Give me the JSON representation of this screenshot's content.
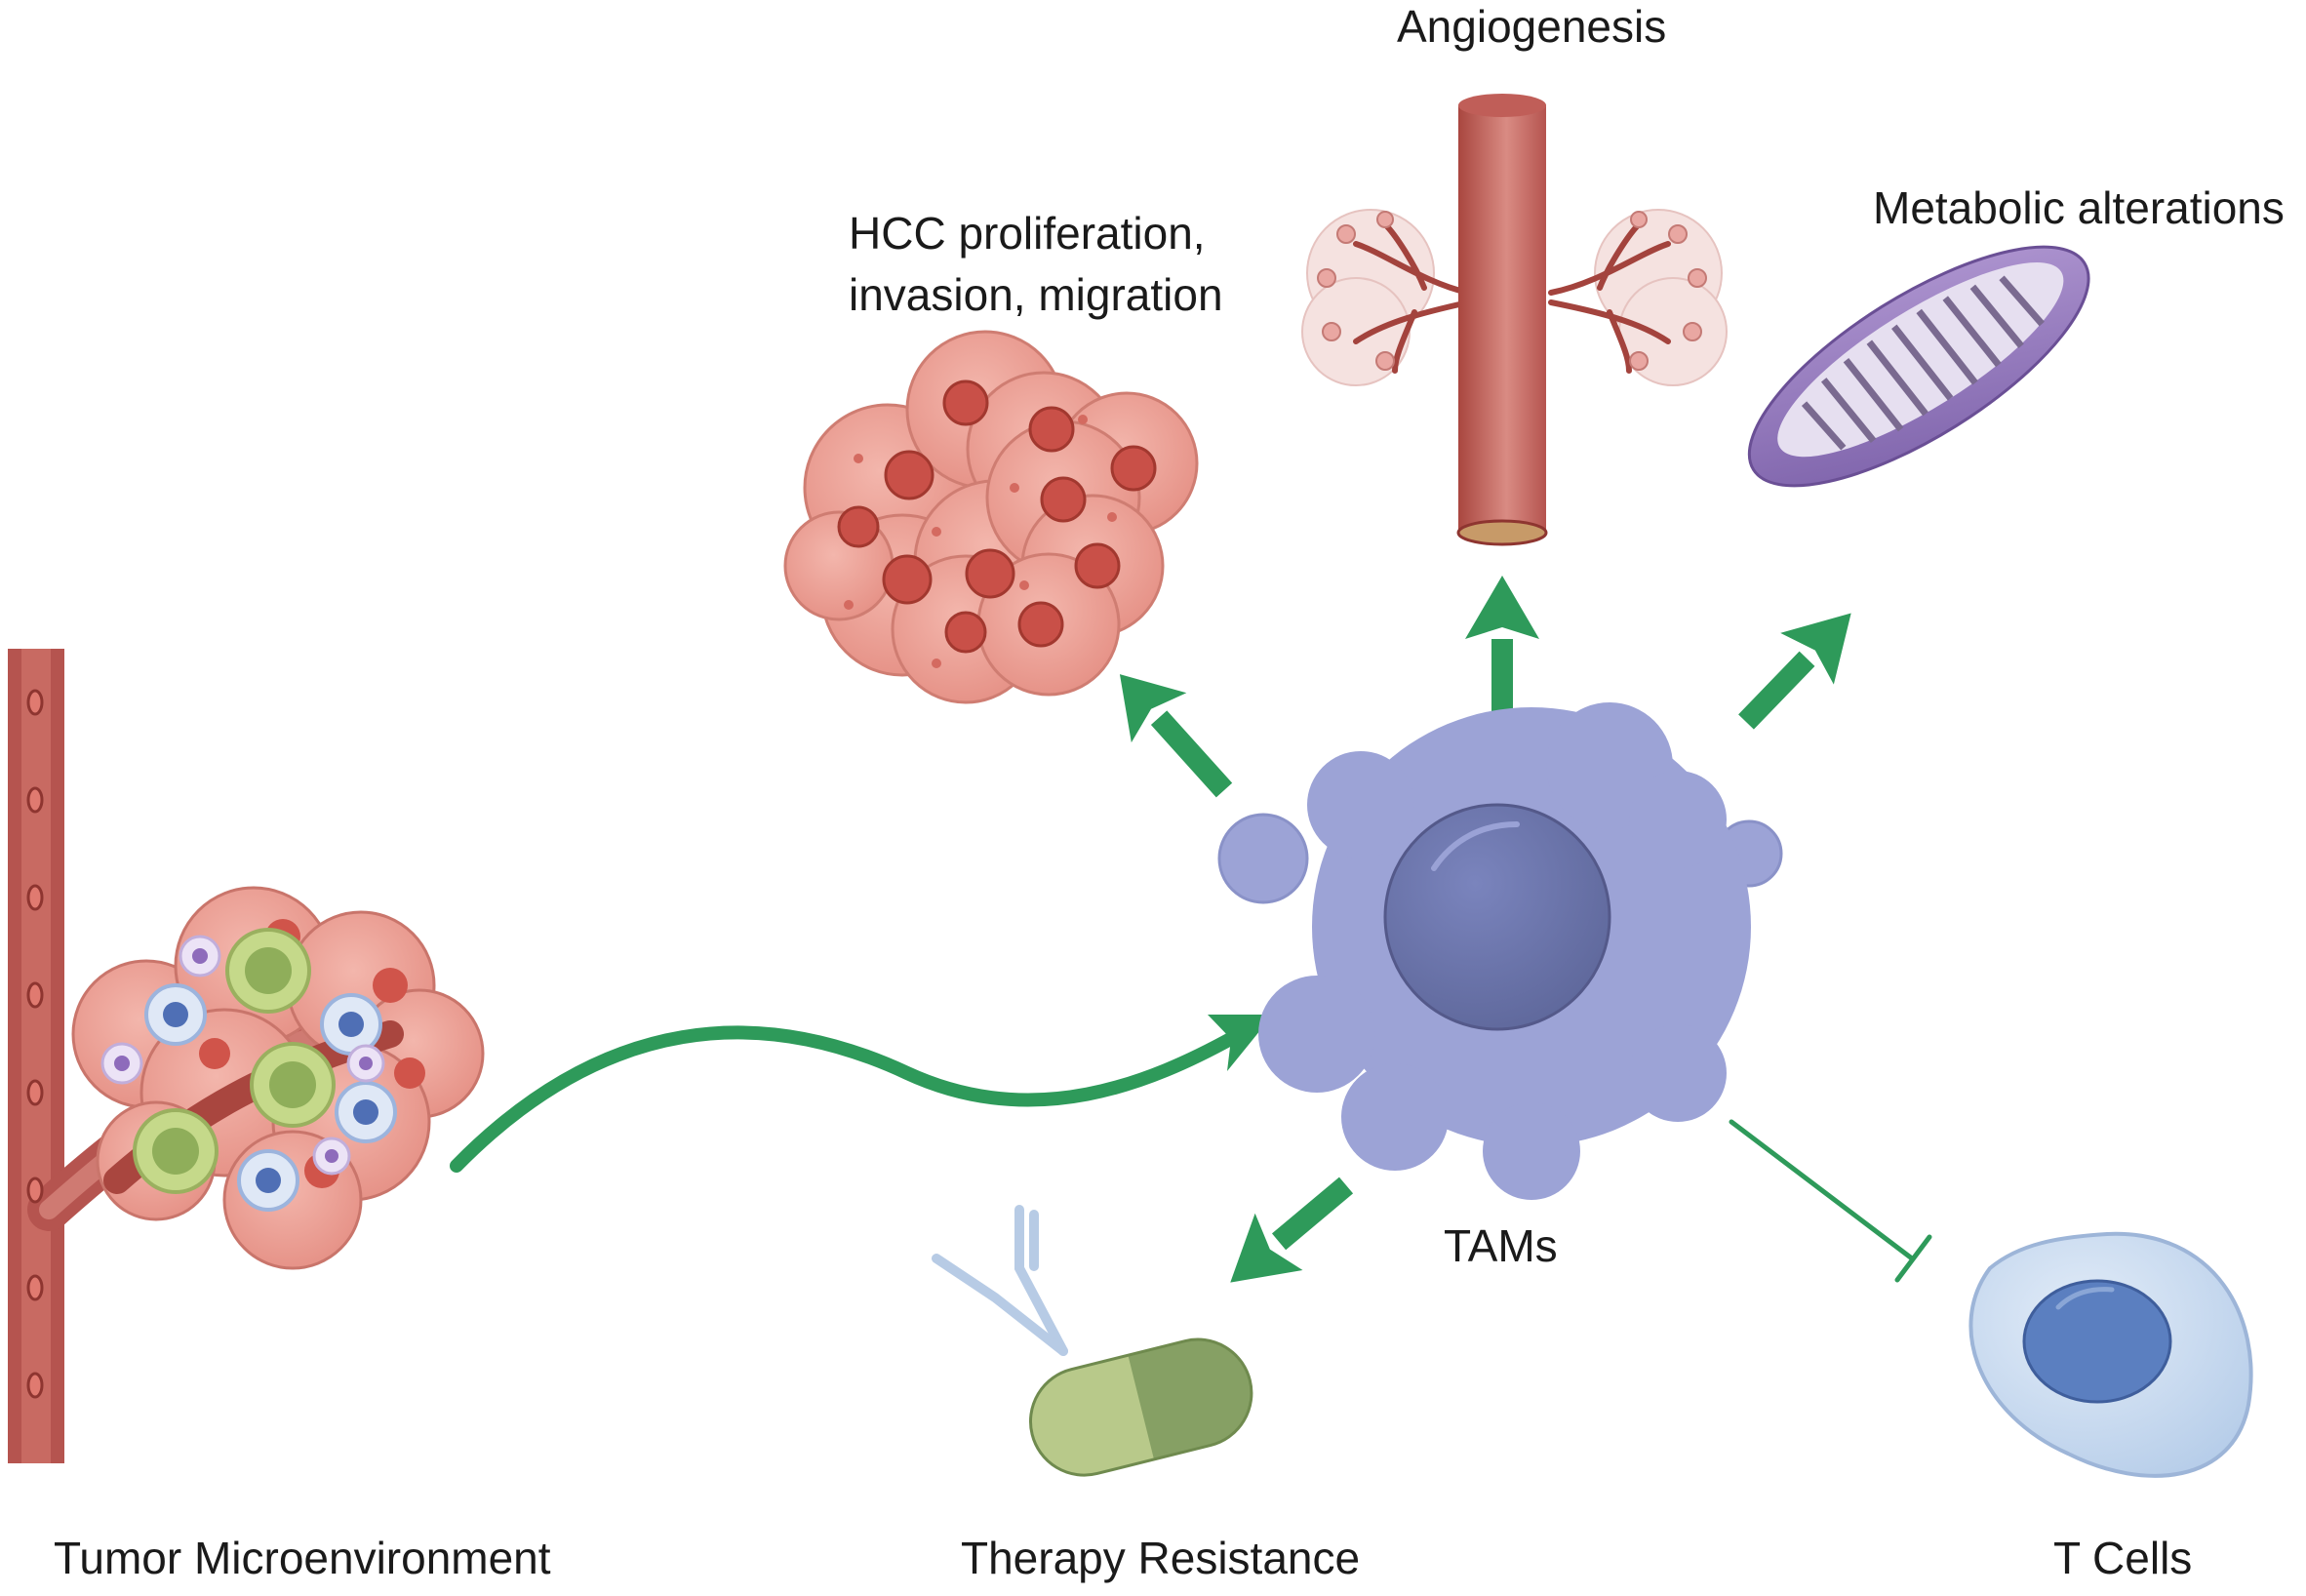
{
  "labels": {
    "angiogenesis": "Angiogenesis",
    "hcc_line1": "HCC proliferation,",
    "hcc_line2": "invasion, migration",
    "metabolic": "Metabolic alterations",
    "tams": "TAMs",
    "tumor_microenvironment": "Tumor Microenvironment",
    "therapy_resistance": "Therapy Resistance",
    "t_cells": "T Cells"
  },
  "colors": {
    "activation_arrow": "#2e9a5a",
    "inhibition_line": "#2e9a5a",
    "macrophage": "#9ca3d6",
    "macrophage_nucleus": "#6670a8",
    "tumor_cell": "#e8958a",
    "vessel": "#b5544f",
    "mitochondrion": "#8a72b3",
    "t_cell": "#c5d8ee",
    "t_cell_nucleus": "#5b7fc0",
    "capsule_light": "#b8c98a",
    "capsule_dark": "#86a064"
  },
  "relations": [
    {
      "from": "Tumor Microenvironment",
      "to": "TAMs",
      "type": "activation"
    },
    {
      "from": "TAMs",
      "to": "HCC proliferation, invasion, migration",
      "type": "activation"
    },
    {
      "from": "TAMs",
      "to": "Angiogenesis",
      "type": "activation"
    },
    {
      "from": "TAMs",
      "to": "Metabolic alterations",
      "type": "activation"
    },
    {
      "from": "TAMs",
      "to": "Therapy Resistance",
      "type": "activation"
    },
    {
      "from": "TAMs",
      "to": "T Cells",
      "type": "inhibition"
    }
  ]
}
